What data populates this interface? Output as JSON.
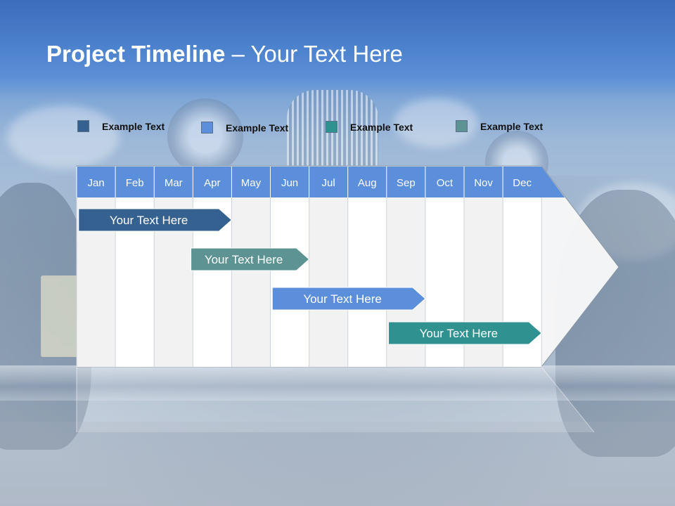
{
  "title": {
    "bold": "Project Timeline",
    "separator": "–",
    "rest": "Your Text Here"
  },
  "legend": [
    {
      "label": "Example Text",
      "color": "#356191"
    },
    {
      "label": "Example Text",
      "color": "#5b8fdc"
    },
    {
      "label": "Example Text",
      "color": "#2f9290"
    },
    {
      "label": "Example Text",
      "color": "#5e9393"
    }
  ],
  "timeline": {
    "months": [
      "Jan",
      "Feb",
      "Mar",
      "Apr",
      "May",
      "Jun",
      "Jul",
      "Aug",
      "Sep",
      "Oct",
      "Nov",
      "Dec"
    ],
    "header_color": "#5b8fdc",
    "tasks": [
      {
        "label": "Your  Text Here",
        "start_month": 1.0,
        "end_month": 4.0,
        "color": "#356191"
      },
      {
        "label": "Your  Text Here",
        "start_month": 3.9,
        "end_month": 6.0,
        "color": "#5e9393"
      },
      {
        "label": "Your  Text Here",
        "start_month": 6.0,
        "end_month": 9.0,
        "color": "#5b8fdc"
      },
      {
        "label": "Your  Text Here",
        "start_month": 9.0,
        "end_month": 12.0,
        "color": "#2f9290"
      }
    ]
  }
}
